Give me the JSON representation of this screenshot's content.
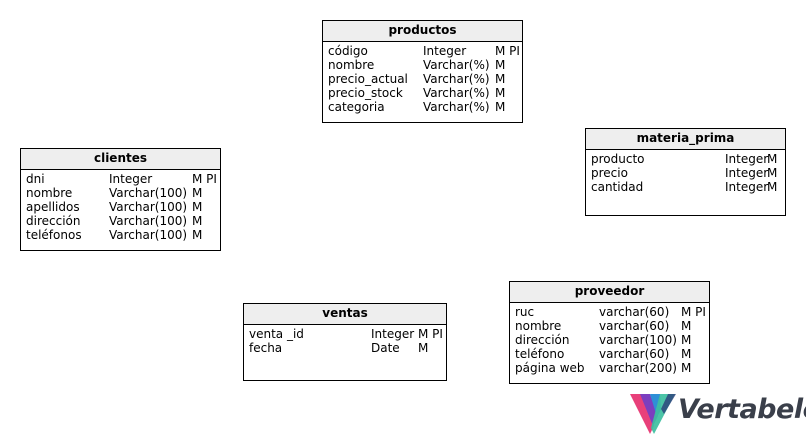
{
  "tables": {
    "productos": {
      "title": "productos",
      "columns": [
        {
          "name": "código",
          "type": "Integer",
          "flags": "M PI"
        },
        {
          "name": "nombre",
          "type": "Varchar(%)",
          "flags": "M"
        },
        {
          "name": "precio_actual",
          "type": "Varchar(%)",
          "flags": "M"
        },
        {
          "name": "precio_stock",
          "type": "Varchar(%)",
          "flags": "M"
        },
        {
          "name": "categoria",
          "type": "Varchar(%)",
          "flags": "M"
        }
      ]
    },
    "clientes": {
      "title": "clientes",
      "columns": [
        {
          "name": "dni",
          "type": "Integer",
          "flags": "M PI"
        },
        {
          "name": "nombre",
          "type": "Varchar(100)",
          "flags": "M"
        },
        {
          "name": "apellidos",
          "type": "Varchar(100)",
          "flags": "M"
        },
        {
          "name": "dirección",
          "type": "Varchar(100)",
          "flags": "M"
        },
        {
          "name": "teléfonos",
          "type": "Varchar(100)",
          "flags": "M"
        }
      ]
    },
    "materia_prima": {
      "title": "materia_prima",
      "columns": [
        {
          "name": "producto",
          "type": "Integer",
          "flags": "M"
        },
        {
          "name": "precio",
          "type": "Integer",
          "flags": "M"
        },
        {
          "name": "cantidad",
          "type": "Integer",
          "flags": "M"
        }
      ]
    },
    "ventas": {
      "title": "ventas",
      "columns": [
        {
          "name": "venta _id",
          "type": "Integer",
          "flags": "M PI"
        },
        {
          "name": "fecha",
          "type": "Date",
          "flags": "M"
        }
      ]
    },
    "proveedor": {
      "title": "proveedor",
      "columns": [
        {
          "name": "ruc",
          "type": "varchar(60)",
          "flags": "M PI"
        },
        {
          "name": "nombre",
          "type": "varchar(60)",
          "flags": "M"
        },
        {
          "name": "dirección",
          "type": "varchar(100)",
          "flags": "M"
        },
        {
          "name": "teléfono",
          "type": "varchar(60)",
          "flags": "M"
        },
        {
          "name": "página web",
          "type": "varchar(200)",
          "flags": "M"
        }
      ]
    }
  },
  "logo": {
    "text": "Vertabelo",
    "colors": [
      "#e8407a",
      "#7b3fbf",
      "#2e8fd6",
      "#3dbfa0",
      "#3a3f4a"
    ]
  }
}
